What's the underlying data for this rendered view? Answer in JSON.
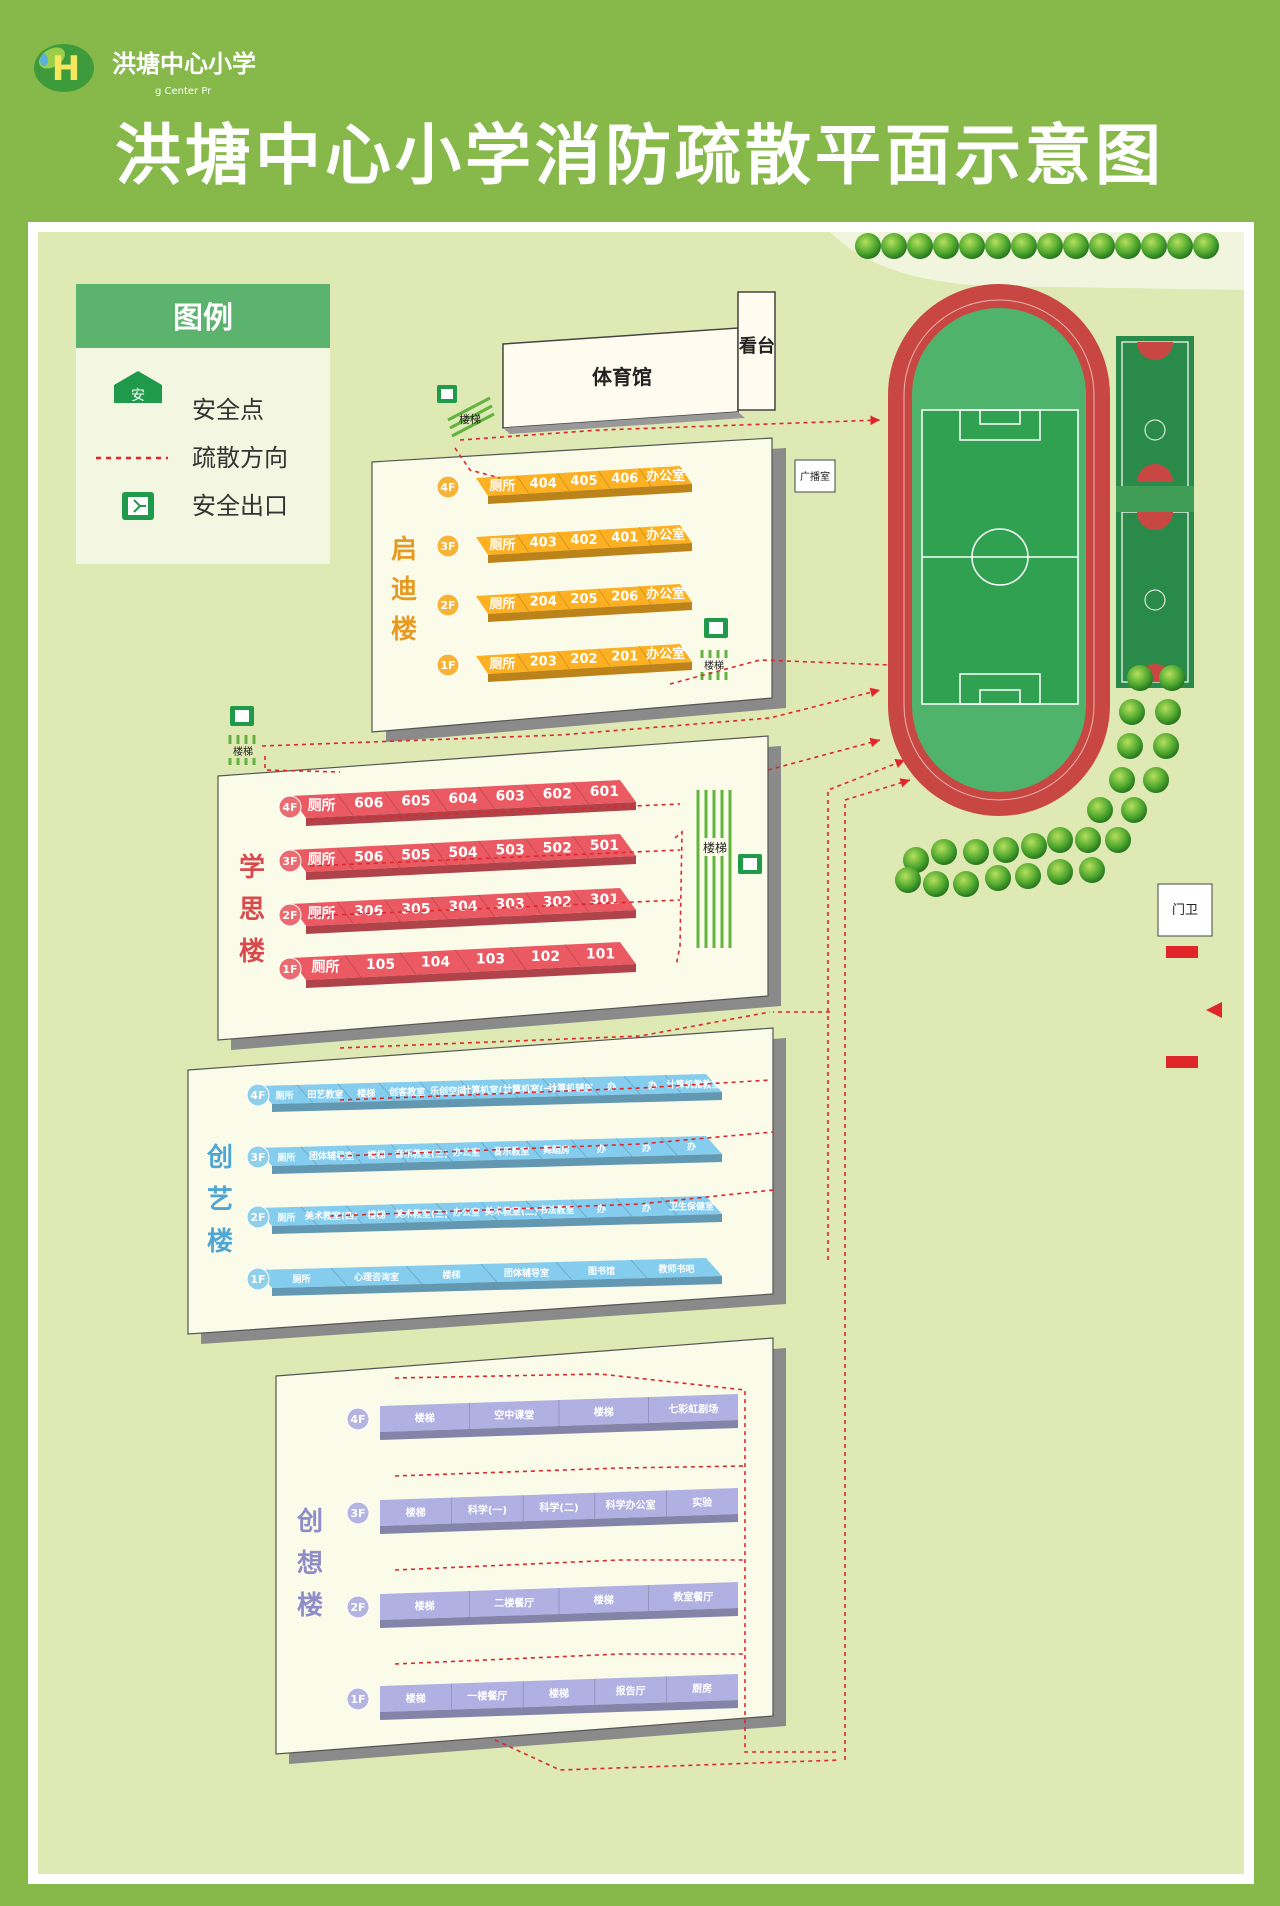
{
  "header": {
    "logo_text": "洪塘中心小学",
    "logo_sub": "g Center Pr",
    "logo_letter": "H",
    "title": "洪塘中心小学消防疏散平面示意图"
  },
  "legend": {
    "title": "图例",
    "items": [
      {
        "icon": "safe-point-icon",
        "icon_text": "安",
        "label": "安全点"
      },
      {
        "icon": "evacuation-direction-line",
        "label": "疏散方向"
      },
      {
        "icon": "safety-exit-icon",
        "label": "安全出口"
      }
    ]
  },
  "colors": {
    "page_green": "#86b84a",
    "map_bg": "#dfe9b4",
    "qidi": "#f0a820",
    "xuesi": "#e0565d",
    "chuangyi": "#7fc3e4",
    "chuangxiang": "#a9a8d8",
    "route": "#e0262a",
    "track": "#c94743",
    "field": "#4fb36b",
    "court": "#2a8a4a"
  },
  "gym": {
    "label": "体育馆",
    "stand_label": "看台",
    "stair_label": "楼梯"
  },
  "broadcast_room": "广播室",
  "guard_room": "门卫",
  "stair_label": "楼梯",
  "buildings": {
    "qidi": {
      "name_chars": [
        "启",
        "迪",
        "楼"
      ],
      "floors": [
        {
          "floor": "4F",
          "cells": [
            "厕所",
            "404",
            "405",
            "406",
            "办公室"
          ]
        },
        {
          "floor": "3F",
          "cells": [
            "厕所",
            "403",
            "402",
            "401",
            "办公室"
          ]
        },
        {
          "floor": "2F",
          "cells": [
            "厕所",
            "204",
            "205",
            "206",
            "办公室"
          ]
        },
        {
          "floor": "1F",
          "cells": [
            "厕所",
            "203",
            "202",
            "201",
            "办公室"
          ]
        }
      ]
    },
    "xuesi": {
      "name_chars": [
        "学",
        "思",
        "楼"
      ],
      "floors": [
        {
          "floor": "4F",
          "cells": [
            "厕所",
            "606",
            "605",
            "604",
            "603",
            "602",
            "601"
          ]
        },
        {
          "floor": "3F",
          "cells": [
            "厕所",
            "506",
            "505",
            "504",
            "503",
            "502",
            "501"
          ]
        },
        {
          "floor": "2F",
          "cells": [
            "厕所",
            "306",
            "305",
            "304",
            "303",
            "302",
            "301"
          ]
        },
        {
          "floor": "1F",
          "cells": [
            "厕所",
            "105",
            "104",
            "103",
            "102",
            "101"
          ]
        }
      ]
    },
    "chuangyi": {
      "name_chars": [
        "创",
        "艺",
        "楼"
      ],
      "floors": [
        {
          "floor": "4F",
          "cells": [
            "厕所",
            "田艺教室",
            "楼梯",
            "创客教室",
            "乐创空间",
            "计算机室(二)",
            "计算机室(一)",
            "计算机辅房",
            "办",
            "办",
            "计算机微教室"
          ]
        },
        {
          "floor": "3F",
          "cells": [
            "厕所",
            "团体辅导室",
            "楼梯",
            "音乐教室(三)",
            "办公室",
            "音乐教室",
            "舞蹈房",
            "办",
            "办",
            "办"
          ]
        },
        {
          "floor": "2F",
          "cells": [
            "厕所",
            "美术教室(四)",
            "楼梯",
            "美术教室(三)",
            "办公室",
            "美术教室(二)",
            "书法教室",
            "办",
            "办",
            "卫生保健室"
          ]
        },
        {
          "floor": "1F",
          "cells": [
            "厕所",
            "心理咨询室",
            "楼梯",
            "团体辅导室",
            "图书馆",
            "教师书吧"
          ]
        }
      ]
    },
    "chuangxiang": {
      "name_chars": [
        "创",
        "想",
        "楼"
      ],
      "floors": [
        {
          "floor": "4F",
          "cells": [
            "楼梯",
            "空中课堂",
            "楼梯",
            "七彩虹剧场"
          ]
        },
        {
          "floor": "3F",
          "cells": [
            "楼梯",
            "科学(一)",
            "科学(二)",
            "科学办公室",
            "实验"
          ]
        },
        {
          "floor": "2F",
          "cells": [
            "楼梯",
            "二楼餐厅",
            "楼梯",
            "教室餐厅"
          ]
        },
        {
          "floor": "1F",
          "cells": [
            "楼梯",
            "一楼餐厅",
            "楼梯",
            "报告厅",
            "厨房"
          ]
        }
      ]
    }
  }
}
